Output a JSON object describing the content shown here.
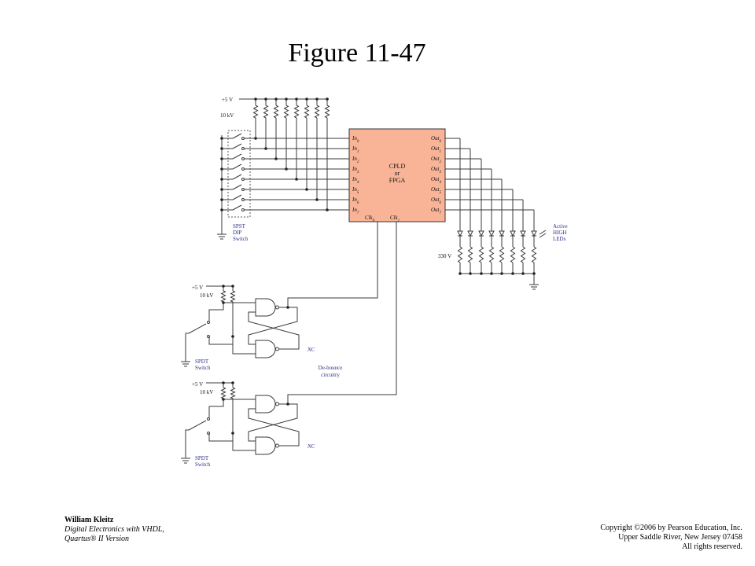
{
  "title": "Figure 11-47",
  "diagram": {
    "supply": "+5 V",
    "pullup_resistor": "10 kV",
    "dip_switch_label": [
      "SPST",
      "DIP",
      "Switch"
    ],
    "chip_label": [
      "CPLD",
      "or",
      "FPGA"
    ],
    "inputs": [
      "In0",
      "In1",
      "In2",
      "In3",
      "In4",
      "In5",
      "In6",
      "In7"
    ],
    "outputs": [
      "Out0",
      "Out1",
      "Out2",
      "Out3",
      "Out4",
      "Out5",
      "Out6",
      "Out7"
    ],
    "clock_pins": [
      "Clk0",
      "Clk1"
    ],
    "led_label": [
      "Active",
      "HIGH",
      "LEDs"
    ],
    "led_resistor": "330 V",
    "spdt_label": [
      "SPDT",
      "Switch"
    ],
    "no_connect": "NC",
    "debounce_label": [
      "De-bounce",
      "circuitry"
    ]
  },
  "footer": {
    "author": "William Kleitz",
    "book_title": "Digital Electronics with VHDL, Quartus® II Version",
    "copyright": "Copyright ©2006 by Pearson Education, Inc.",
    "publisher_address": "Upper Saddle River, New Jersey 07458",
    "rights": "All rights reserved."
  },
  "colors": {
    "chip_fill": "#f9b497",
    "label_blue": "#2f2f8a",
    "wire": "#3a3a3a"
  }
}
